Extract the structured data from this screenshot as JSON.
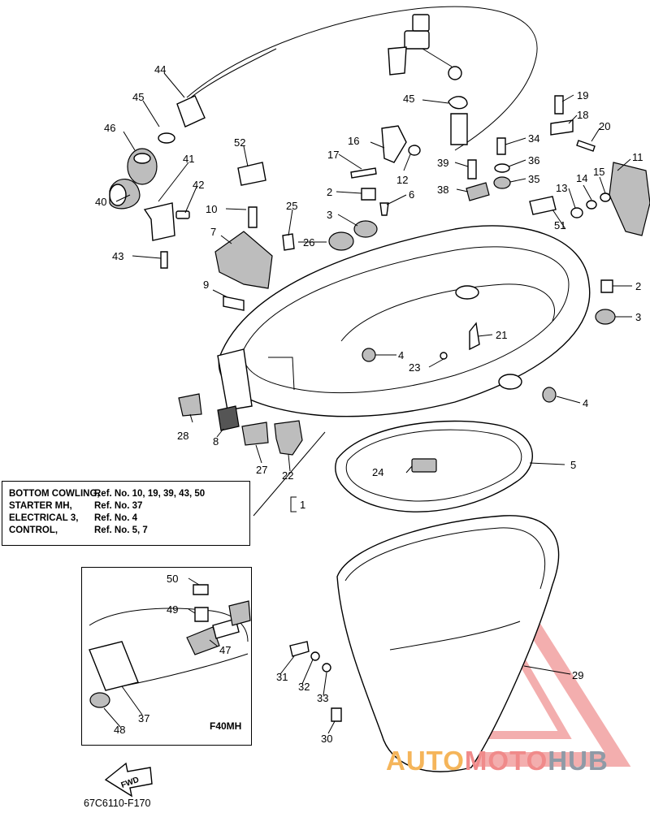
{
  "callouts": [
    "44",
    "45",
    "46",
    "41",
    "42",
    "40",
    "43",
    "52",
    "10",
    "7",
    "25",
    "26",
    "9",
    "16",
    "17",
    "12",
    "2",
    "6",
    "3",
    "45",
    "39",
    "38",
    "34",
    "36",
    "35",
    "19",
    "18",
    "20",
    "11",
    "13",
    "14",
    "15",
    "51",
    "2",
    "3",
    "21",
    "4",
    "23",
    "4",
    "28",
    "8",
    "27",
    "22",
    "24",
    "5",
    "1",
    "50",
    "49",
    "47",
    "31",
    "32",
    "33",
    "29",
    "30",
    "48",
    "37"
  ],
  "legend": {
    "rows": [
      {
        "item": "BOTTOM COWLING,",
        "ref": "Ref. No. 10, 19, 39, 43, 50"
      },
      {
        "item": "STARTER MH,",
        "ref": "Ref. No. 37"
      },
      {
        "item": "ELECTRICAL 3,",
        "ref": "Ref. No. 4"
      },
      {
        "item": "CONTROL,",
        "ref": "Ref. No. 5, 7"
      }
    ]
  },
  "detail": {
    "model": "F40MH"
  },
  "fwd_label": "FWD",
  "diagram_code": "67C6110-F170",
  "watermark": {
    "part1": "AUTO",
    "part2": "MOTO",
    "part3": "HUB",
    "colors": [
      "#f5b55a",
      "#f08a8a",
      "#8f9aa6"
    ]
  }
}
